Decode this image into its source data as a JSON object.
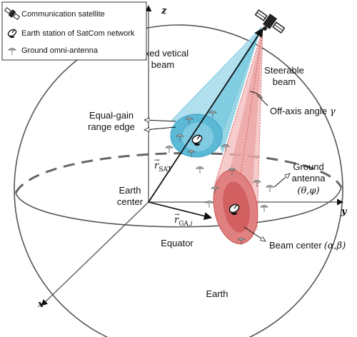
{
  "legend": {
    "items": [
      {
        "icon": "satellite-icon",
        "label": "Communication satellite"
      },
      {
        "icon": "earth-station-dish-icon",
        "label": "Earth station of SatCom network"
      },
      {
        "icon": "omni-antenna-icon",
        "label": "Ground omni-antenna"
      }
    ]
  },
  "axes": {
    "x": "x",
    "y": "y",
    "z": "z"
  },
  "labels": {
    "fixed_beam_line1": "Fixed vetical",
    "fixed_beam_line2": "beam",
    "steerable_beam_line1": "Steerable",
    "steerable_beam_line2": "beam",
    "off_axis": "Off-axis angle",
    "off_axis_symbol": "γ",
    "equal_gain_line1": "Equal-gain",
    "equal_gain_line2": "range edge",
    "r_sat_main": "r",
    "r_sat_sub": "SAT",
    "earth_center_line1": "Earth",
    "earth_center_line2": "center",
    "r_ga_main": "r",
    "r_ga_sub": "GA,",
    "r_ga_index": "i",
    "ground_antenna_line1": "Ground",
    "ground_antenna_line2": "antenna",
    "ground_antenna_coords": "(θ,φ)",
    "equator": "Equator",
    "beam_center": "Beam center",
    "beam_center_coords": "(α,β)",
    "earth": "Earth"
  },
  "colors": {
    "fixed_beam": "#5bbfd6",
    "steerable_beam": "#d65a5a",
    "steerable_text": "#d9534f",
    "fixed_text": "#1f9ac9"
  }
}
